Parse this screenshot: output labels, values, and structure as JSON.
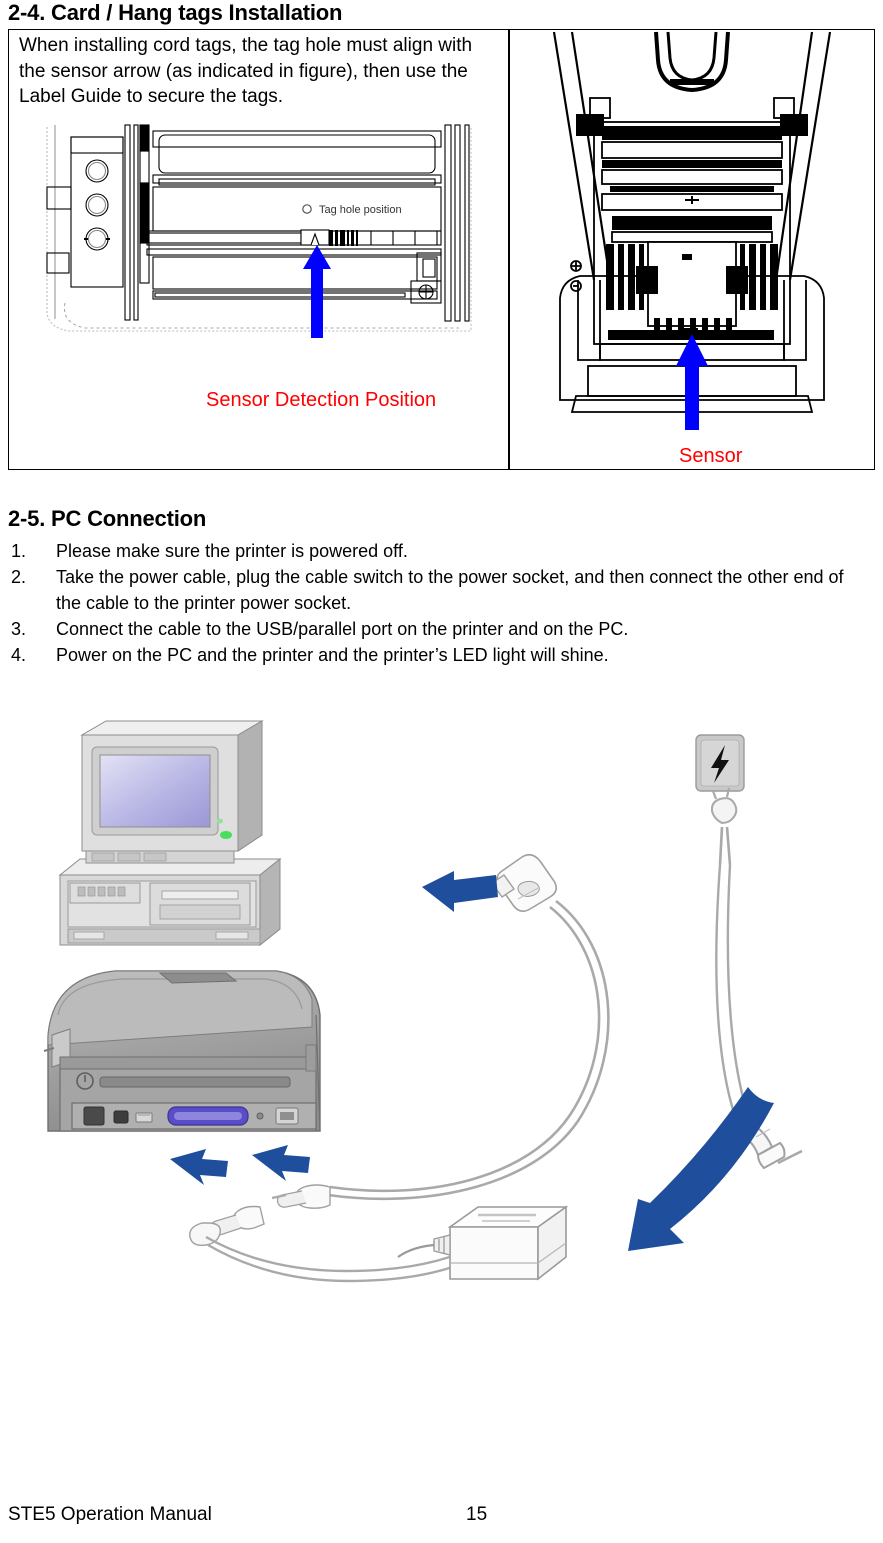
{
  "page": {
    "footer_title": "STE5 Operation Manual",
    "page_number": "15"
  },
  "section_24": {
    "heading": "2-4. Card / Hang tags Installation",
    "instruction": "When installing cord tags, the tag hole must align with the sensor arrow (as indicated in figure), then use the Label Guide to secure the tags.",
    "figure_left": {
      "name": "printer-top-view-diagram",
      "annotation_label": "Tag hole position",
      "caption": "Sensor Detection Position",
      "caption_color": "#ff0000",
      "arrow_color": "#0000ff"
    },
    "figure_right": {
      "name": "printer-front-open-view-diagram",
      "caption": "Sensor",
      "caption_color": "#ff0000",
      "arrow_color": "#0000ff"
    }
  },
  "section_25": {
    "heading": "2-5. PC Connection",
    "steps": [
      {
        "num": "1.",
        "text": "Please make sure the printer is powered off."
      },
      {
        "num": "2.",
        "text": "Take the power cable, plug the cable switch to the power socket, and then connect the other end of the cable to the printer power socket."
      },
      {
        "num": "3.",
        "text": "Connect the cable to the USB/parallel port on the printer and on the PC."
      },
      {
        "num": "4.",
        "text": "Power on the PC and the printer and the printer’s LED light will shine."
      }
    ],
    "figure": {
      "name": "pc-connection-diagram",
      "elements": [
        "desktop-pc-with-crt-monitor",
        "label-printer",
        "usb-cable",
        "power-cord",
        "power-adapter-brick",
        "electric-shock-warning-icon"
      ],
      "arrow_color": "#1f4e9c"
    }
  }
}
